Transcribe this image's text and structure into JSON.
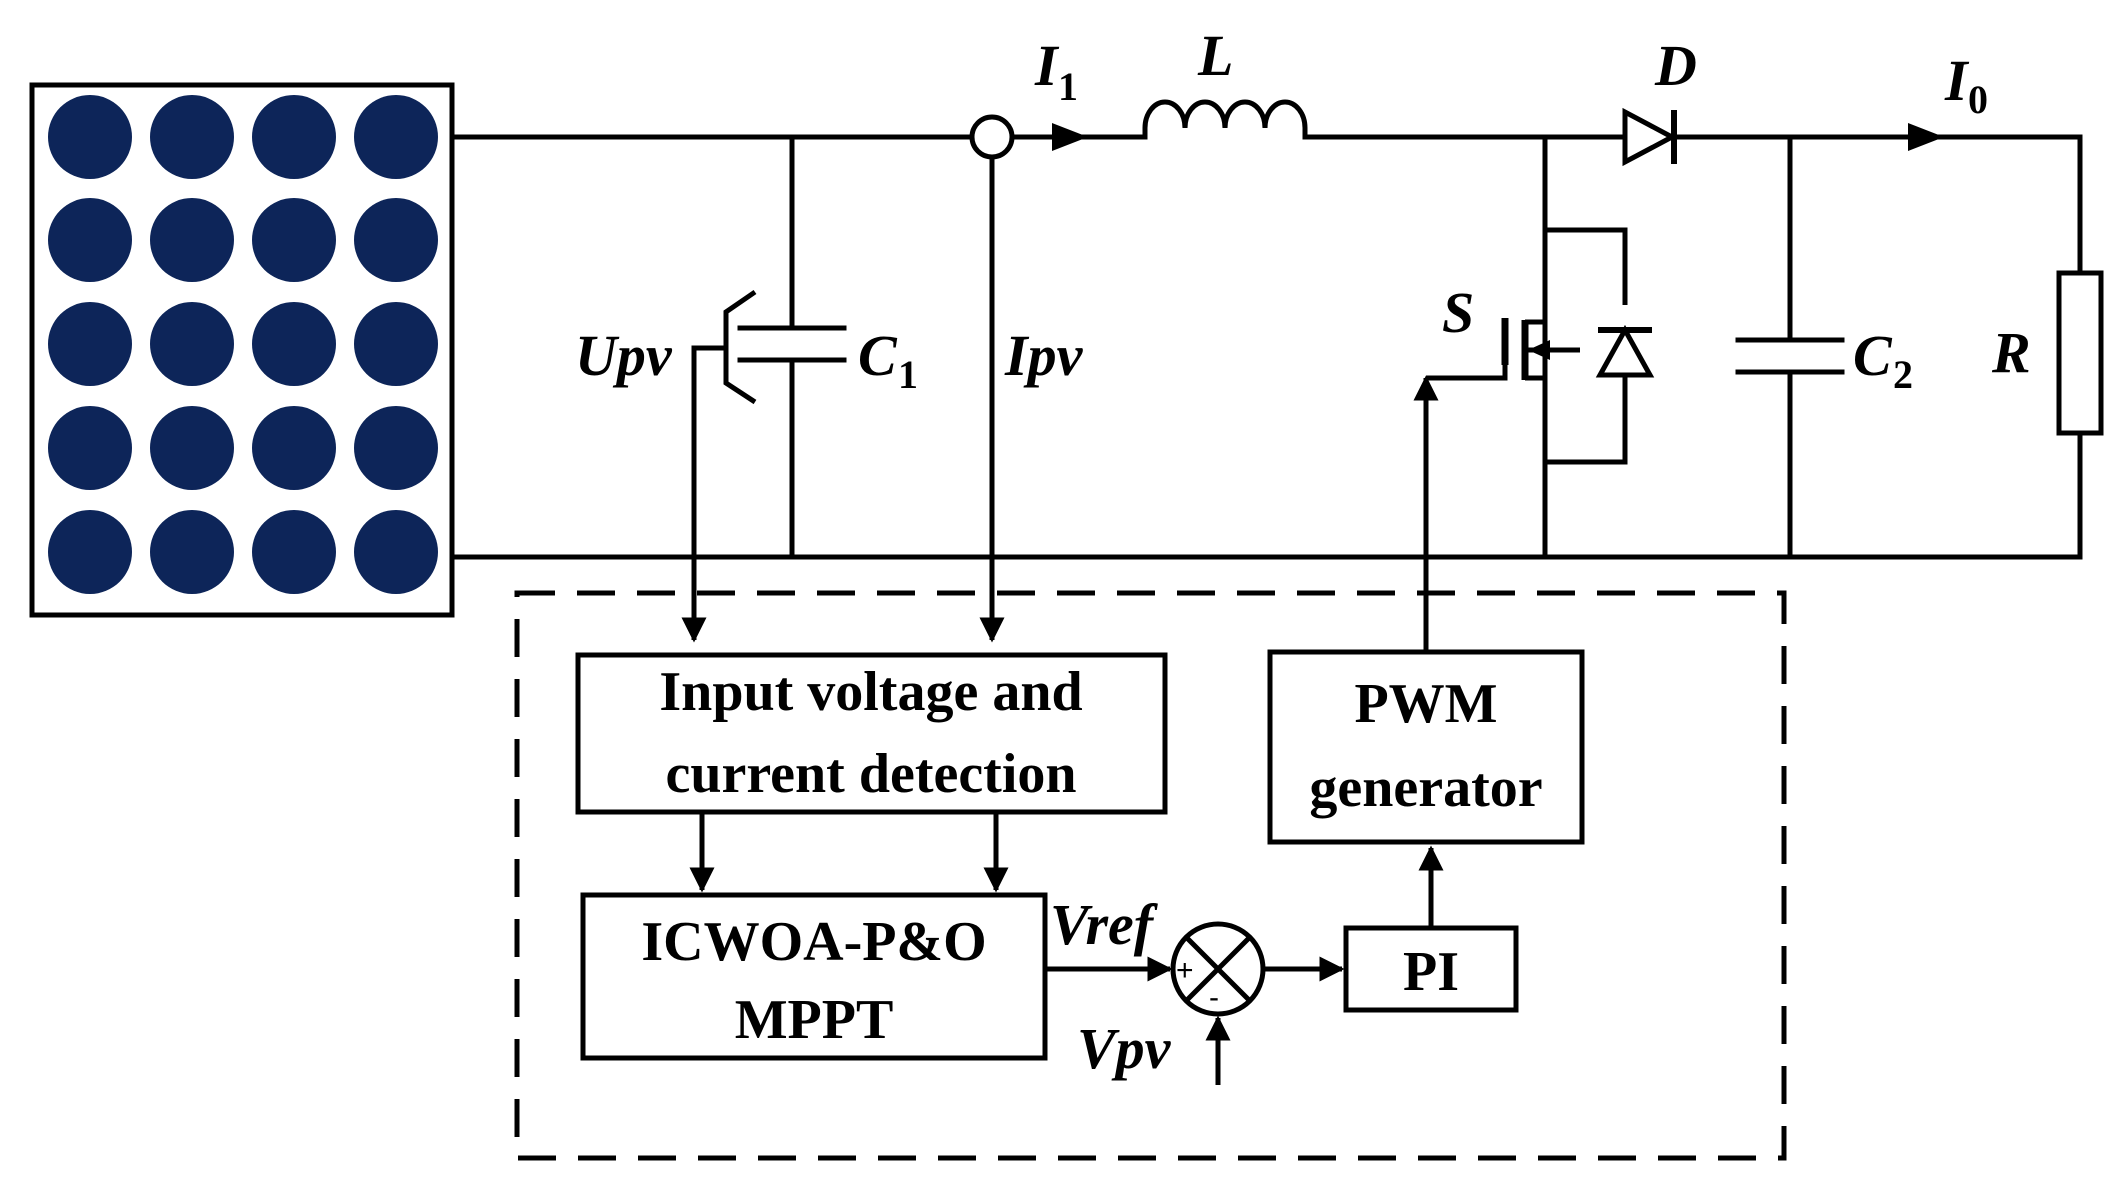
{
  "labels": {
    "current_in": "I",
    "current_in_sub": "1",
    "inductor": "L",
    "diode": "D",
    "current_out": "I",
    "current_out_sub": "0",
    "voltage_pv": "Upv",
    "cap1": "C",
    "cap1_sub": "1",
    "current_pv": "Ipv",
    "switch": "S",
    "cap2": "C",
    "cap2_sub": "2",
    "load": "R",
    "vref": "Vref",
    "vpv": "Vpv",
    "plus": "+",
    "minus": "-"
  },
  "blocks": {
    "detection_line1": "Input voltage and",
    "detection_line2": "current detection",
    "mppt_line1": "ICWOA-P&O",
    "mppt_line2": "MPPT",
    "pwm_line1": "PWM",
    "pwm_line2": "generator",
    "pi": "PI"
  },
  "colors": {
    "pv_cell": "#0d2559",
    "line": "#000000"
  }
}
